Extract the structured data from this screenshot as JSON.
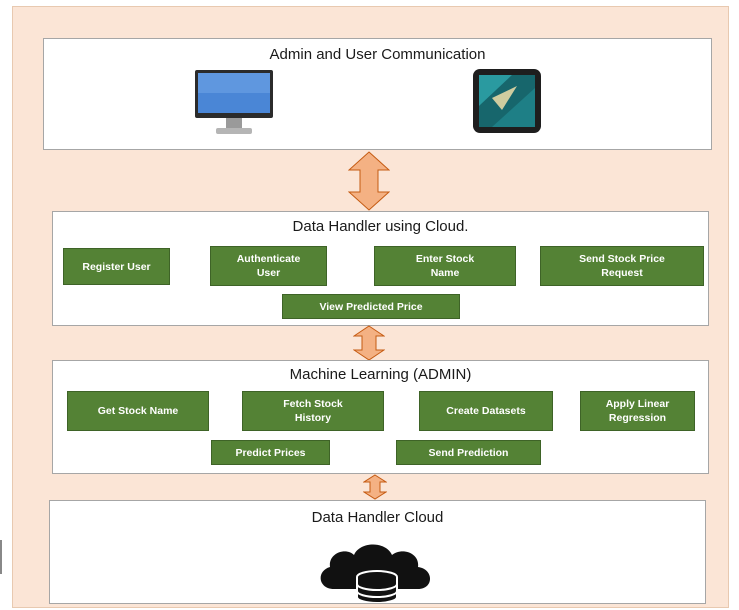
{
  "layers": {
    "communication": {
      "title": "Admin and User Communication",
      "icons": [
        "desktop-monitor-icon",
        "tablet-icon"
      ]
    },
    "data_handler": {
      "title": "Data Handler using Cloud.",
      "boxes": [
        "Register User",
        "Authenticate\nUser",
        "Enter Stock\nName",
        "Send Stock Price\nRequest",
        "View Predicted Price"
      ]
    },
    "machine_learning": {
      "title": "Machine Learning (ADMIN)",
      "boxes": [
        "Get Stock Name",
        "Fetch Stock\nHistory",
        "Create Datasets",
        "Apply Linear\nRegression",
        "Predict Prices",
        "Send Prediction"
      ]
    },
    "cloud": {
      "title": "Data Handler Cloud",
      "icons": [
        "cloud-database-icon"
      ]
    }
  },
  "colors": {
    "background": "#fbe5d6",
    "box_fill": "#548235",
    "arrow_fill": "#f4b183",
    "arrow_stroke": "#c55a11"
  }
}
